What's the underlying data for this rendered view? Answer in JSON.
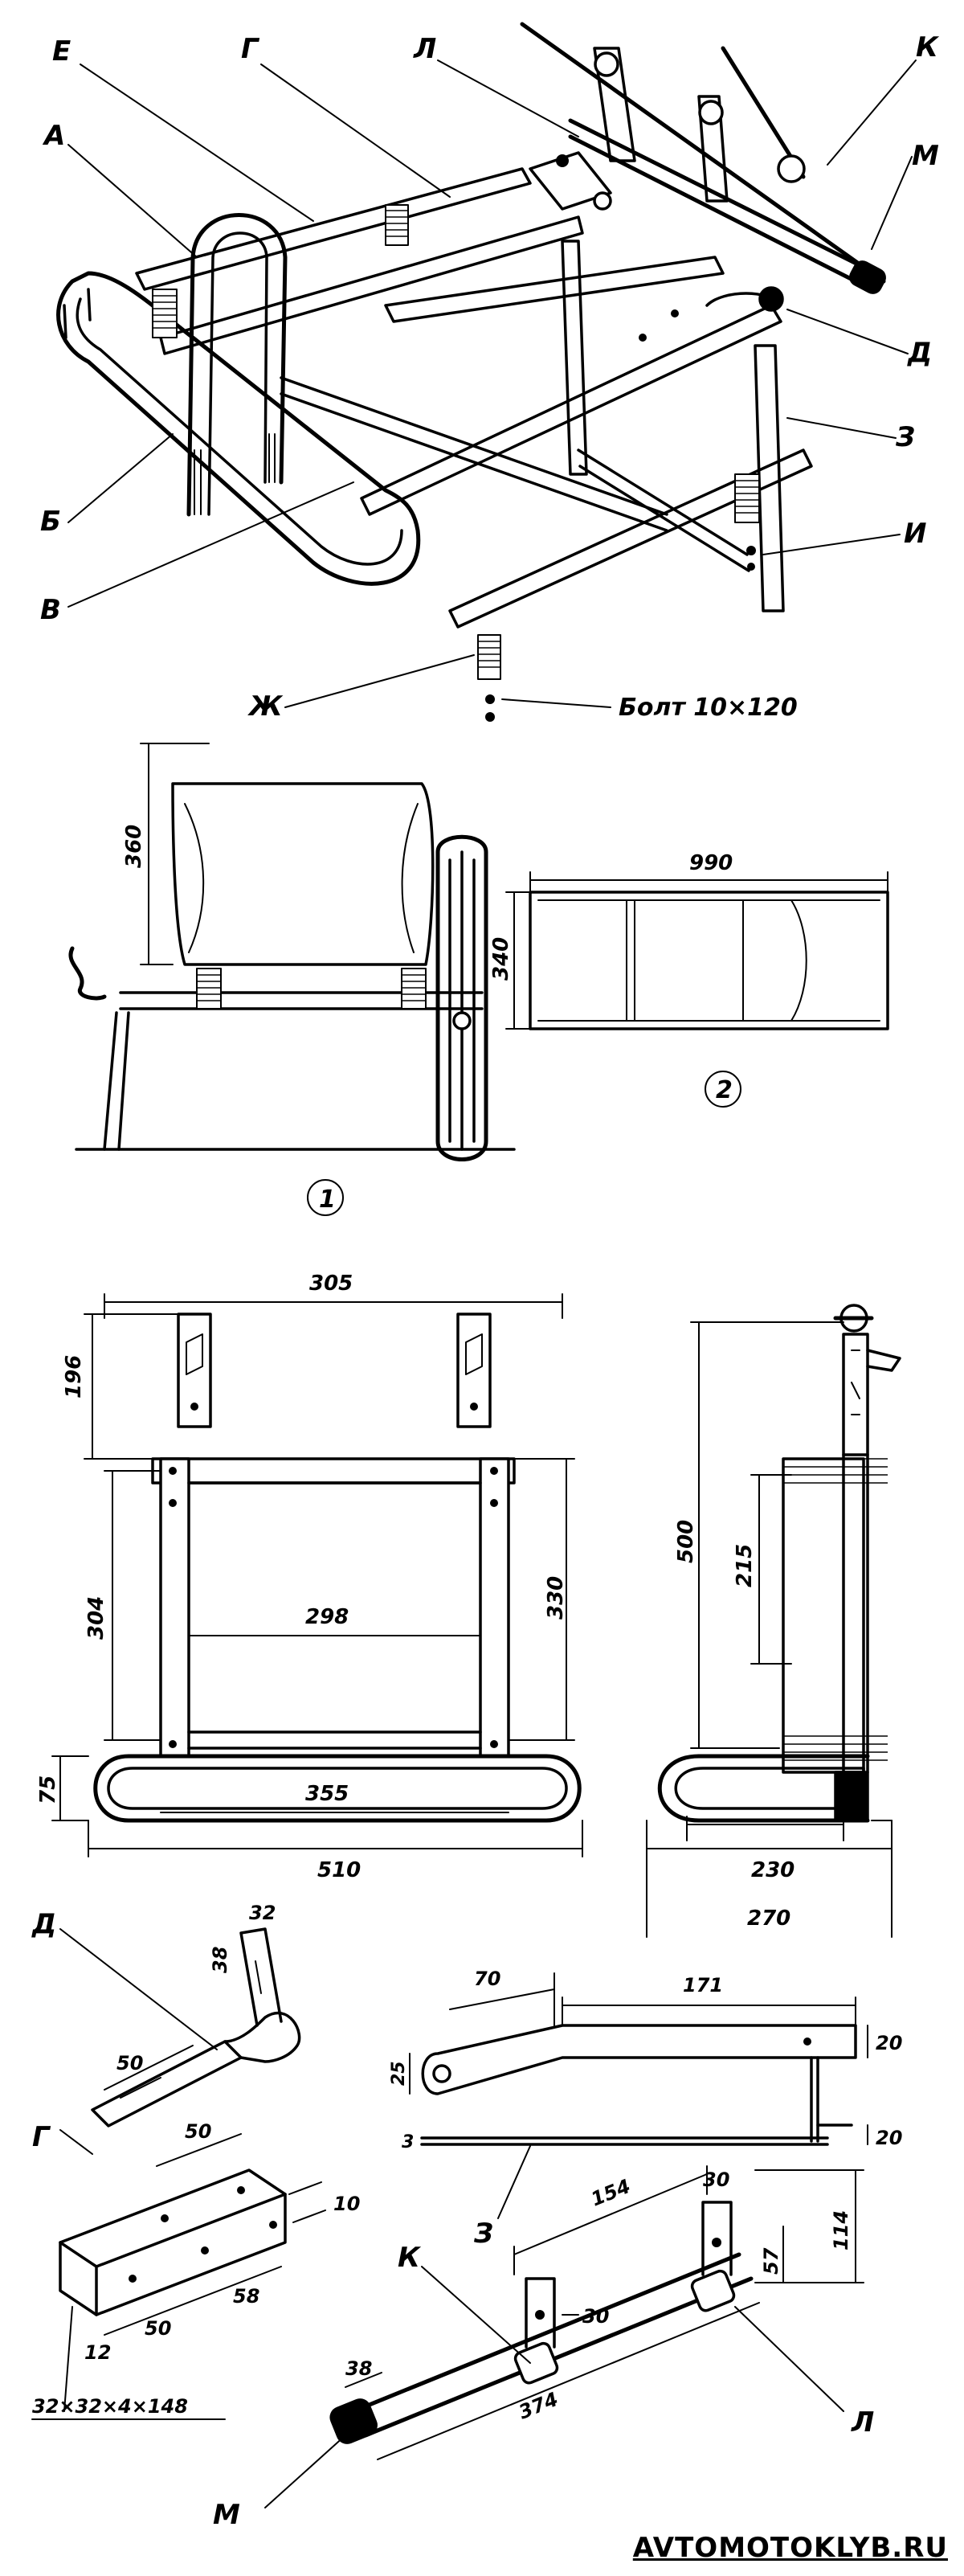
{
  "top_view": {
    "labels": {
      "E": "Е",
      "G": "Г",
      "L": "Л",
      "K": "К",
      "A": "А",
      "M": "М",
      "D": "Д",
      "Z": "З",
      "B": "Б",
      "I": "И",
      "V": "В",
      "Zh": "Ж"
    },
    "bolt_label": "Болт  10×120"
  },
  "fig1": {
    "height_dim": "360",
    "number": "1"
  },
  "fig2": {
    "width_dim": "990",
    "height_dim": "340",
    "number": "2"
  },
  "front_view": {
    "top_width": "305",
    "upper_height": "196",
    "inner_height": "304",
    "inner_width": "298",
    "outer_height": "330",
    "lower_width": "355",
    "bottom_height": "75",
    "total_width": "510"
  },
  "side_view": {
    "total_height": "500",
    "spring_height": "215",
    "inner_width": "230",
    "total_width": "270"
  },
  "part_D": {
    "label": "Д",
    "dim_38": "38",
    "dim_32": "32",
    "dim_50": "50"
  },
  "part_G": {
    "label": "Г",
    "dim_50_top": "50",
    "dim_10": "10",
    "dim_12": "12",
    "dim_50_bottom": "50",
    "dim_58": "58",
    "profile": "32×32×4×148"
  },
  "part_Z_lever": {
    "dim_70": "70",
    "dim_171": "171",
    "dim_25": "25",
    "dim_20_a": "20",
    "dim_3": "3",
    "dim_20_b": "20",
    "label": "З"
  },
  "part_K": {
    "label_K": "К",
    "label_L": "Л",
    "label_M": "М",
    "dim_154": "154",
    "dim_30_top": "30",
    "dim_114": "114",
    "dim_57": "57",
    "dim_30_mid": "30",
    "dim_38": "38",
    "dim_374": "374"
  },
  "watermark": "AVTOMOTOKLYB.RU"
}
